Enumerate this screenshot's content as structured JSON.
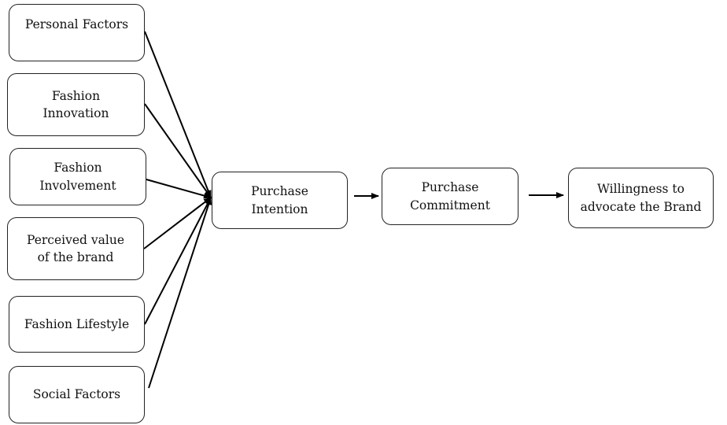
{
  "factors": [
    {
      "label": "Personal Factors"
    },
    {
      "label": "Fashion\nInnovation"
    },
    {
      "label": "Fashion\nInvolvement"
    },
    {
      "label": "Perceived value\nof the brand"
    },
    {
      "label": "Fashion Lifestyle"
    },
    {
      "label": "Social Factors"
    }
  ],
  "stages": [
    {
      "label": "Purchase\nIntention"
    },
    {
      "label": "Purchase\nCommitment"
    },
    {
      "label": "Willingness to\nadvocate the Brand"
    }
  ],
  "colors": {
    "stroke": "#000000",
    "text": "#111111"
  }
}
